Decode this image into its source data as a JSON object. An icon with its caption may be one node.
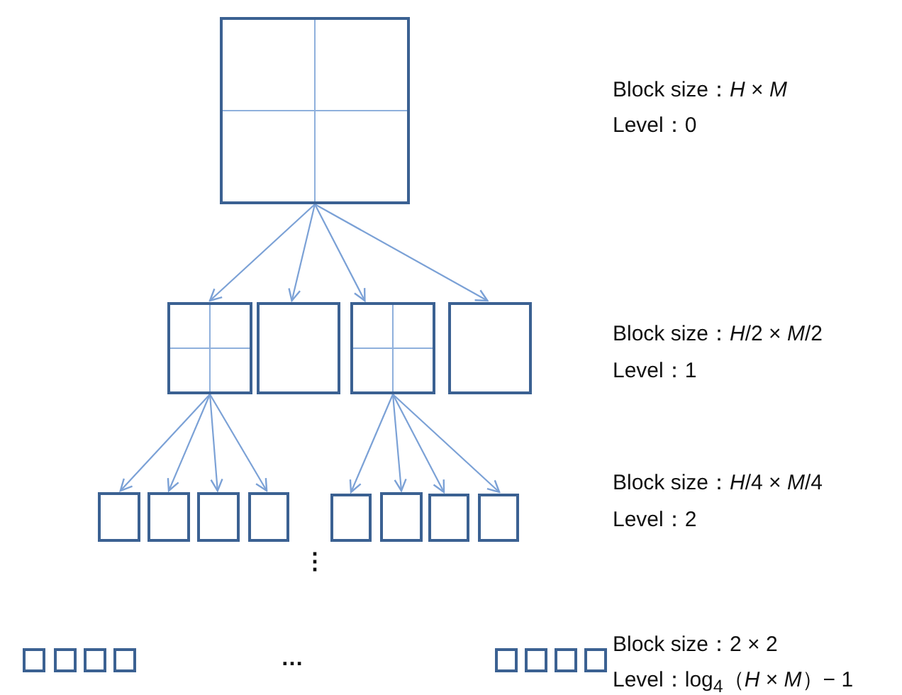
{
  "diagram": {
    "nodes": [
      {
        "text": [],
        "shape": "box"
      },
      {
        "text": [],
        "shape": "box"
      },
      {
        "text": [],
        "shape": "box"
      },
      {
        "text": [],
        "shape": "box"
      },
      {
        "text": [],
        "shape": "box"
      },
      {
        "text": [],
        "shape": "box"
      },
      {
        "text": [],
        "shape": "box"
      },
      {
        "text": [],
        "shape": "box"
      },
      {
        "text": [],
        "shape": "box"
      },
      {
        "text": [],
        "shape": "box"
      },
      {
        "text": [],
        "shape": "box"
      },
      {
        "text": [],
        "shape": "box"
      },
      {
        "text": [],
        "shape": "box"
      },
      {
        "text": [],
        "shape": "box"
      },
      {
        "text": [],
        "shape": "box"
      },
      {
        "text": [],
        "shape": "box"
      },
      {
        "text": [],
        "shape": "box"
      },
      {
        "text": [],
        "shape": "box"
      },
      {
        "text": [],
        "shape": "box"
      },
      {
        "text": [],
        "shape": "box"
      },
      {
        "text": [],
        "shape": "box"
      }
    ],
    "edges": [
      {
        "from": 0,
        "to": 1,
        "arrow": "to"
      },
      {
        "from": 0,
        "to": 2,
        "arrow": "to"
      },
      {
        "from": 0,
        "to": 3,
        "arrow": "to"
      },
      {
        "from": 0,
        "to": 4,
        "arrow": "to"
      },
      {
        "from": 1,
        "to": 5,
        "arrow": "to"
      },
      {
        "from": 1,
        "to": 6,
        "arrow": "to"
      },
      {
        "from": 1,
        "to": 7,
        "arrow": "to"
      },
      {
        "from": 1,
        "to": 8,
        "arrow": "to"
      },
      {
        "from": 3,
        "to": 9,
        "arrow": "to"
      },
      {
        "from": 3,
        "to": 10,
        "arrow": "to"
      },
      {
        "from": 3,
        "to": 11,
        "arrow": "to"
      },
      {
        "from": 3,
        "to": 12,
        "arrow": "to"
      }
    ],
    "labels": [
      "Block size：*H* × *M*",
      "Level：0",
      "Block size：*H*/2 × *M*/2",
      "Level：1",
      "Block size：*H*/4 × *M*/4",
      "Level：2",
      "⋮",
      "…",
      "Block size：2 × 2",
      "Level：log$_{4}$（*H* × *M*）− 1"
    ]
  }
}
